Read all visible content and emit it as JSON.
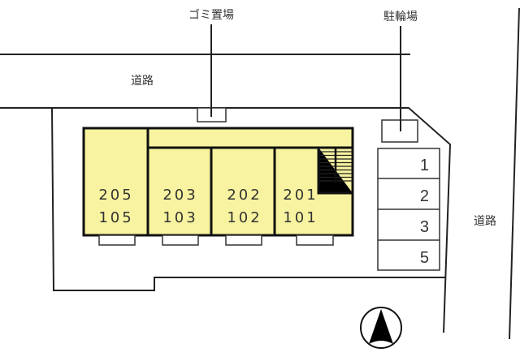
{
  "labels": {
    "garbage": "ゴミ置場",
    "bicycle": "駐輪場",
    "road_top": "道路",
    "road_right": "道路"
  },
  "units": [
    {
      "upper": "205",
      "lower": "105"
    },
    {
      "upper": "203",
      "lower": "103"
    },
    {
      "upper": "202",
      "lower": "102"
    },
    {
      "upper": "201",
      "lower": "101"
    }
  ],
  "parking": [
    "1",
    "2",
    "3",
    "5"
  ],
  "colors": {
    "building_fill": "#f7f3a0",
    "line": "#222222"
  },
  "icons": {
    "north_arrow": "north-arrow-icon"
  }
}
